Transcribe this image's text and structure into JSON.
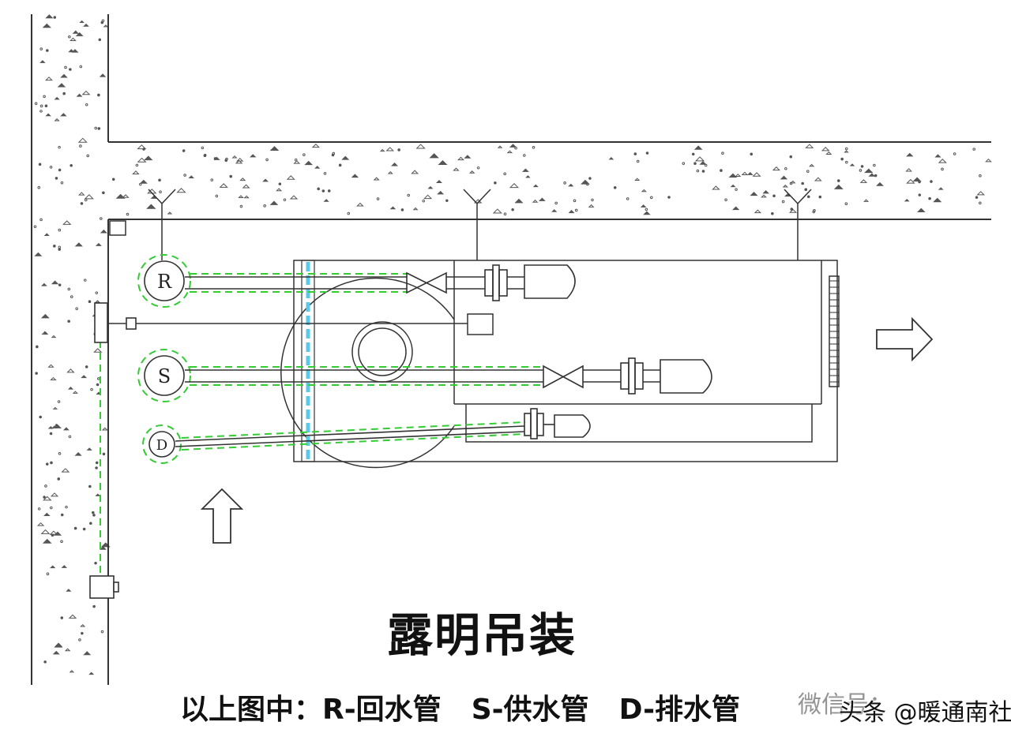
{
  "diagram": {
    "title": "露明吊装",
    "pipes": {
      "return": {
        "label": "R"
      },
      "supply": {
        "label": "S"
      },
      "drain": {
        "label": "D"
      }
    },
    "legend": {
      "prefix": "以上图中：",
      "items": [
        "R-回水管",
        "S-供水管",
        "D-排水管"
      ]
    },
    "watermark": "微信号：",
    "credit": "头条 @暖通南社",
    "colors": {
      "line": "#333333",
      "guide": "#33cc33",
      "filter": "#5bc8e8",
      "concrete_speckle": "#555555"
    }
  }
}
